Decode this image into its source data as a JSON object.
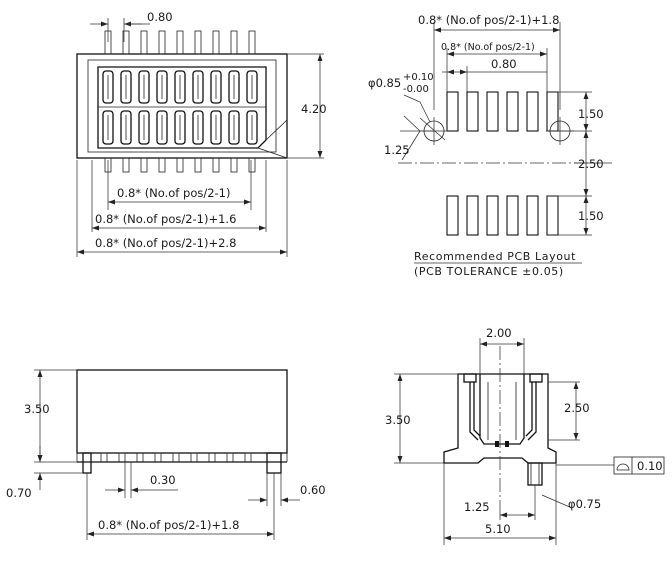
{
  "top_view": {
    "pitch": "0.80",
    "height": "4.20",
    "dim_pos_half": "0.8* (No.of pos/2-1)",
    "dim_pos_plus_1_6": "0.8* (No.of pos/2-1)+1.6",
    "dim_pos_plus_2_8": "0.8* (No.of pos/2-1)+2.8"
  },
  "pcb_layout": {
    "overall": "0.8* (No.of pos/2-1)+1.8",
    "span": "0.8* (No.of pos/2-1)",
    "pitch": "0.80",
    "hole_diameter": "φ0.85",
    "hole_tol_plus": "+0.10",
    "hole_tol_minus": "-0.00",
    "hole_offset": "1.25",
    "pad_length_upper": "1.50",
    "row_spacing": "2.50",
    "pad_length_lower": "1.50",
    "caption": "Recommended PCB Layout",
    "tolerance": "(PCB TOLERANCE ±0.05)"
  },
  "front_view": {
    "height": "3.50",
    "standoff": "0.70",
    "lead_width": "0.30",
    "peg_width": "0.60",
    "overall": "0.8* (No.of pos/2-1)+1.8"
  },
  "side_view": {
    "top_width": "2.00",
    "height": "3.50",
    "inner_depth": "2.50",
    "flatness": "0.10",
    "peg_diameter": "φ0.75",
    "peg_offset": "1.25",
    "width": "5.10"
  }
}
